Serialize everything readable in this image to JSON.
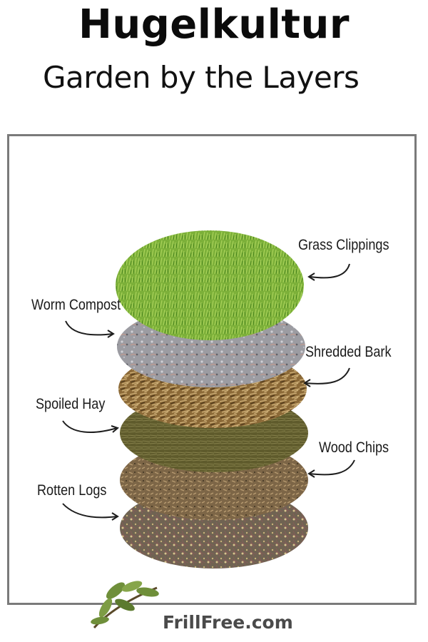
{
  "header": {
    "title": "Hugelkultur",
    "subtitle": "Garden by the Layers"
  },
  "layers": [
    {
      "name": "Grass Clippings",
      "color": "#7fb13c"
    },
    {
      "name": "Worm Compost",
      "color": "#9a9a9e"
    },
    {
      "name": "Shredded Bark",
      "color": "#8a6a3a"
    },
    {
      "name": "Spoiled Hay",
      "color": "#5e5a2c"
    },
    {
      "name": "Wood Chips",
      "color": "#7a6545"
    },
    {
      "name": "Rotten Logs",
      "color": "#6e6250"
    }
  ],
  "footer": {
    "brand": "FrillFree.com",
    "logo_icon": "olive-branch-icon"
  }
}
